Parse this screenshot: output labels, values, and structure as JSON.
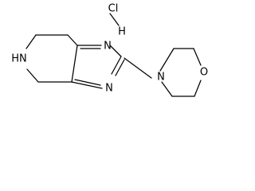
{
  "molecule": {
    "atoms": {
      "hydrochloride_cl": "Cl",
      "hydrochloride_h": "H",
      "pyrimidine_n_upper": "N",
      "pyrimidine_n_lower": "N",
      "tetrahydropyridine_nh": "HN",
      "morpholine_n": "N",
      "morpholine_o": "O"
    }
  }
}
